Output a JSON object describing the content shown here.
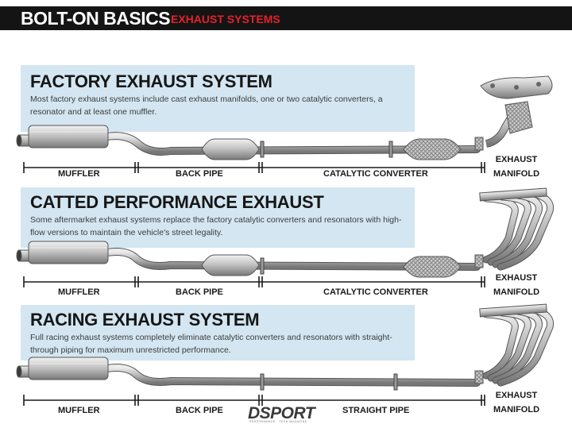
{
  "header": {
    "title": "BOLT-ON BASICS",
    "subtitle": "EXHAUST SYSTEMS",
    "title_color": "#ffffff",
    "subtitle_color": "#e32228",
    "bar_color": "#141414"
  },
  "panel_color": "#d3e6f1",
  "sections": [
    {
      "title": "FACTORY EXHAUST SYSTEM",
      "description": "Most factory exhaust systems include cast exhaust manifolds, one or two catalytic converters, a resonator and at least one muffler.",
      "labels": {
        "muffler": "MUFFLER",
        "back_pipe": "BACK PIPE",
        "middle": "CATALYTIC CONVERTER",
        "manifold_line1": "EXHAUST",
        "manifold_line2": "MANIFOLD"
      }
    },
    {
      "title": "CATTED PERFORMANCE EXHAUST",
      "description": "Some aftermarket exhaust systems replace the factory catalytic converters and resonators with high-flow versions to maintain the vehicle's street legality.",
      "labels": {
        "muffler": "MUFFLER",
        "back_pipe": "BACK PIPE",
        "middle": "CATALYTIC CONVERTER",
        "manifold_line1": "EXHAUST",
        "manifold_line2": "MANIFOLD"
      }
    },
    {
      "title": "RACING EXHAUST SYSTEM",
      "description": "Full racing exhaust systems completely eliminate catalytic converters and resonators with straight-through piping for maximum unrestricted performance.",
      "labels": {
        "muffler": "MUFFLER",
        "back_pipe": "BACK PIPE",
        "middle": "STRAIGHT PIPE",
        "manifold_line1": "EXHAUST",
        "manifold_line2": "MANIFOLD"
      }
    }
  ],
  "logo": {
    "text": "DSPORT",
    "tagline": "PERFORMANCE · TECH MAGAZINE"
  }
}
